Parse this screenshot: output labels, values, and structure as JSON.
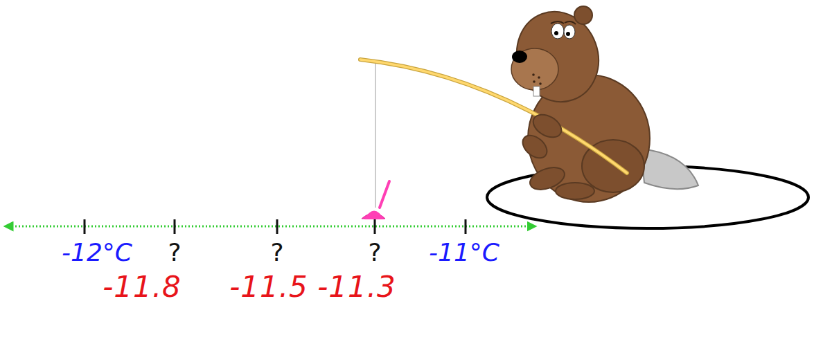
{
  "diagram": {
    "labels": [
      "-12°C",
      "?",
      "?",
      "?",
      "-11°C",
      "-11.8",
      "-11.5",
      "-11.3"
    ]
  }
}
